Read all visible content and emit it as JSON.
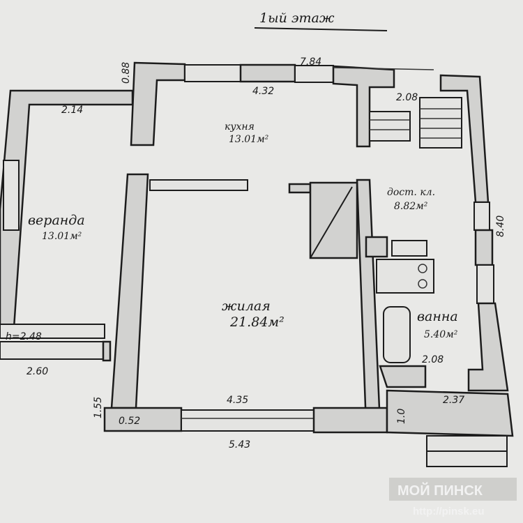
{
  "title": "1ый этаж",
  "rooms": {
    "kitchen": {
      "name": "кухня",
      "area": "13.01м²"
    },
    "veranda": {
      "name": "веранда",
      "area": "13.01м²"
    },
    "living": {
      "name": "жилая",
      "area": "21.84м²"
    },
    "hall": {
      "name": "дост. кл.",
      "area": "8.82м²"
    },
    "bath": {
      "name": "ванна",
      "area": "5.40м²"
    }
  },
  "dimensions": {
    "top_wall_thickness": "0.88",
    "top_overall": "7.84",
    "kitchen_width": "4.32",
    "hall_width": "2.08",
    "veranda_width": "2.14",
    "right_overall": "8.40",
    "height": "h=2.48",
    "veranda_bottom": "2.60",
    "left_lower": "1.55",
    "corner": "0.52",
    "living_width": "4.35",
    "bottom_overall": "5.43",
    "porch_depth": "1.0",
    "porch_width": "2.37",
    "bath_width": "2.08"
  },
  "watermark": {
    "brand": "МОЙ ПИНСК",
    "url": "http://pinsk.eu"
  }
}
